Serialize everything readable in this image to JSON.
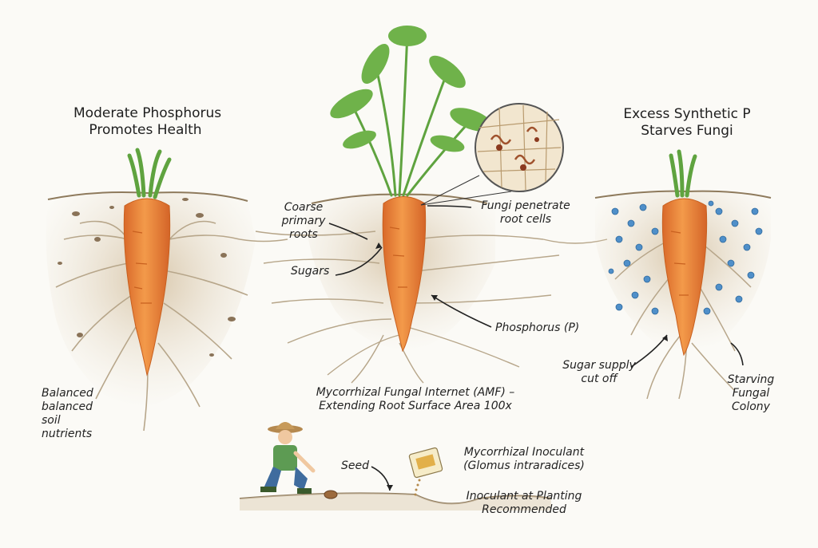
{
  "left_panel": {
    "title_line1": "Moderate Phosphorus",
    "title_line2": "Promotes Health",
    "label_line1": "Balanced",
    "label_line2": "balanced",
    "label_line3": "soil",
    "label_line4": "nutrients"
  },
  "center_panel": {
    "coarse_line1": "Coarse",
    "coarse_line2": "primary",
    "coarse_line3": "roots",
    "sugars": "Sugars",
    "phosphorus": "Phosphorus (P)",
    "fungi_line1": "Fungi penetrate",
    "fungi_line2": "root cells",
    "network_line1": "Mycorrhizal Fungal Internet (AMF) –",
    "network_line2": "Extending Root Surface Area 100x"
  },
  "right_panel": {
    "title_line1": "Excess Synthetic P",
    "title_line2": "Starves Fungi",
    "sugar_line1": "Sugar supply",
    "sugar_line2": "cut off",
    "starving_line1": "Starving",
    "starving_line2": "Fungal",
    "starving_line3": "Colony"
  },
  "planting": {
    "seed": "Seed",
    "inoculant_line1": "Mycorrhizal Inoculant",
    "inoculant_line2": "(Glomus intraradices)",
    "recommend_line1": "Inoculant at Planting",
    "recommend_line2": "Recommended"
  },
  "colors": {
    "carrot": "#ee8a3a",
    "carrot_dark": "#c8601f",
    "leaf": "#5fa33f",
    "soil": "#d8c7ac",
    "root": "#bfae93",
    "fertilizer": "#4f8fc9"
  }
}
